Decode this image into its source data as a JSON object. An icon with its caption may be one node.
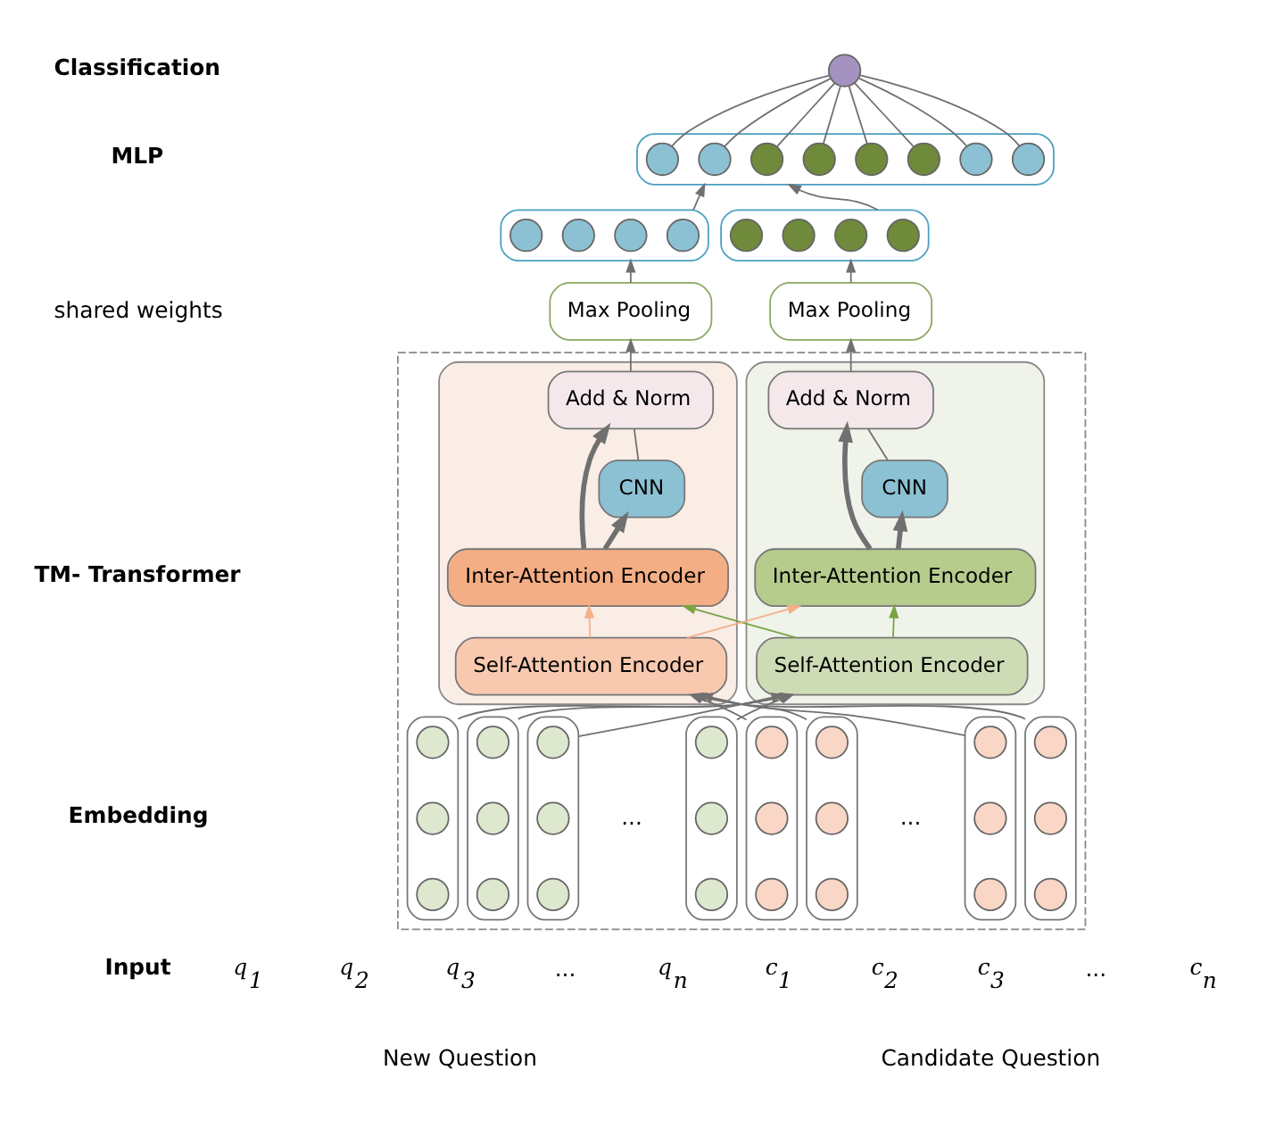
{
  "diagram": {
    "nodes": [
      {
        "text": [],
        "shape": "circle"
      },
      {
        "text": [],
        "shape": "box"
      },
      {
        "text": [],
        "shape": "circle",
        "in": 1
      },
      {
        "text": [],
        "shape": "circle",
        "in": 1
      },
      {
        "text": [],
        "shape": "circle",
        "in": 1
      },
      {
        "text": [],
        "shape": "circle",
        "in": 1
      },
      {
        "text": [],
        "shape": "circle",
        "in": 1
      },
      {
        "text": [],
        "shape": "circle",
        "in": 1
      },
      {
        "text": [],
        "shape": "circle",
        "in": 1
      },
      {
        "text": [],
        "shape": "circle",
        "in": 1
      },
      {
        "text": [],
        "shape": "box"
      },
      {
        "text": [],
        "shape": "circle",
        "in": 10
      },
      {
        "text": [],
        "shape": "circle",
        "in": 10
      },
      {
        "text": [],
        "shape": "circle",
        "in": 10
      },
      {
        "text": [],
        "shape": "circle",
        "in": 10
      },
      {
        "text": [],
        "shape": "box"
      },
      {
        "text": [],
        "shape": "circle",
        "in": 15
      },
      {
        "text": [],
        "shape": "circle",
        "in": 15
      },
      {
        "text": [],
        "shape": "circle",
        "in": 15
      },
      {
        "text": [],
        "shape": "circle",
        "in": 15
      },
      {
        "text": [
          "Max Pooling"
        ]
      },
      {
        "text": [
          "Max Pooling"
        ]
      },
      {
        "text": [],
        "shape": "box"
      },
      {
        "text": [],
        "shape": "box",
        "in": 22
      },
      {
        "text": [
          "Add & Norm"
        ],
        "in": 23
      },
      {
        "text": [
          "CNN"
        ],
        "in": 23
      },
      {
        "text": [
          "Inter-Attention Encoder"
        ],
        "in": 23
      },
      {
        "text": [
          "Self-Attention Encoder"
        ],
        "in": 23
      },
      {
        "text": [],
        "shape": "box",
        "in": 22
      },
      {
        "text": [
          "Add & Norm"
        ],
        "in": 28
      },
      {
        "text": [
          "CNN"
        ],
        "in": 28
      },
      {
        "text": [
          "Inter-Attention Encoder"
        ],
        "in": 28
      },
      {
        "text": [
          "Self-Attention Encoder"
        ],
        "in": 28
      },
      {
        "text": [],
        "shape": "box",
        "in": 22
      },
      {
        "text": [],
        "shape": "circle",
        "in": 33
      },
      {
        "text": [],
        "shape": "circle",
        "in": 33
      },
      {
        "text": [],
        "shape": "circle",
        "in": 33
      },
      {
        "text": [],
        "shape": "box",
        "in": 22
      },
      {
        "text": [],
        "shape": "circle",
        "in": 37
      },
      {
        "text": [],
        "shape": "circle",
        "in": 37
      },
      {
        "text": [],
        "shape": "circle",
        "in": 37
      },
      {
        "text": [],
        "shape": "box",
        "in": 22
      },
      {
        "text": [],
        "shape": "circle",
        "in": 41
      },
      {
        "text": [],
        "shape": "circle",
        "in": 41
      },
      {
        "text": [],
        "shape": "circle",
        "in": 41
      },
      {
        "text": [],
        "shape": "box",
        "in": 22
      },
      {
        "text": [],
        "shape": "circle",
        "in": 45
      },
      {
        "text": [],
        "shape": "circle",
        "in": 45
      },
      {
        "text": [],
        "shape": "circle",
        "in": 45
      },
      {
        "text": [],
        "shape": "box",
        "in": 22
      },
      {
        "text": [],
        "shape": "circle",
        "in": 49
      },
      {
        "text": [],
        "shape": "circle",
        "in": 49
      },
      {
        "text": [],
        "shape": "circle",
        "in": 49
      },
      {
        "text": [],
        "shape": "box",
        "in": 22
      },
      {
        "text": [],
        "shape": "circle",
        "in": 53
      },
      {
        "text": [],
        "shape": "circle",
        "in": 53
      },
      {
        "text": [],
        "shape": "circle",
        "in": 53
      },
      {
        "text": [],
        "shape": "box",
        "in": 22
      },
      {
        "text": [],
        "shape": "circle",
        "in": 57
      },
      {
        "text": [],
        "shape": "circle",
        "in": 57
      },
      {
        "text": [],
        "shape": "circle",
        "in": 57
      },
      {
        "text": [],
        "shape": "box",
        "in": 22
      },
      {
        "text": [],
        "shape": "circle",
        "in": 61
      },
      {
        "text": [],
        "shape": "circle",
        "in": 61
      },
      {
        "text": [],
        "shape": "circle",
        "in": 61
      }
    ],
    "edges": [
      {
        "from": 2,
        "to": 0,
        "arrow": "none"
      },
      {
        "from": 3,
        "to": 0,
        "arrow": "none"
      },
      {
        "from": 4,
        "to": 0,
        "arrow": "none"
      },
      {
        "from": 5,
        "to": 0,
        "arrow": "none"
      },
      {
        "from": 6,
        "to": 0,
        "arrow": "none"
      },
      {
        "from": 7,
        "to": 0,
        "arrow": "none"
      },
      {
        "from": 8,
        "to": 0,
        "arrow": "none"
      },
      {
        "from": 9,
        "to": 0,
        "arrow": "none"
      },
      {
        "from": 10,
        "to": 1,
        "arrow": "to"
      },
      {
        "from": 15,
        "to": 1,
        "arrow": "to"
      },
      {
        "from": 20,
        "to": 10,
        "arrow": "to"
      },
      {
        "from": 21,
        "to": 15,
        "arrow": "to"
      },
      {
        "from": 24,
        "to": 20,
        "arrow": "to"
      },
      {
        "from": 29,
        "to": 21,
        "arrow": "to"
      },
      {
        "from": 25,
        "to": 24,
        "arrow": "none"
      },
      {
        "from": 30,
        "to": 29,
        "arrow": "none"
      },
      {
        "from": 26,
        "to": 25,
        "arrow": "to",
        "style": "thick"
      },
      {
        "from": 31,
        "to": 30,
        "arrow": "to",
        "style": "thick"
      },
      {
        "from": 26,
        "to": 24,
        "arrow": "to",
        "style": "thick"
      },
      {
        "from": 31,
        "to": 29,
        "arrow": "to",
        "style": "thick"
      },
      {
        "from": 27,
        "to": 26,
        "arrow": "to",
        "color": "#7aa444"
      },
      {
        "from": 27,
        "to": 31,
        "arrow": "to",
        "color": "#7aa444"
      },
      {
        "from": 32,
        "to": 31,
        "arrow": "to",
        "color": "#f4b088"
      },
      {
        "from": 32,
        "to": 26,
        "arrow": "to",
        "color": "#f4b088"
      },
      {
        "from": 33,
        "to": 27,
        "arrow": "to"
      },
      {
        "from": 37,
        "to": 27,
        "arrow": "to"
      },
      {
        "from": 41,
        "to": 27,
        "arrow": "to"
      },
      {
        "from": 45,
        "to": 27,
        "arrow": "to"
      },
      {
        "from": 49,
        "to": 32,
        "arrow": "to"
      },
      {
        "from": 53,
        "to": 32,
        "arrow": "to"
      },
      {
        "from": 57,
        "to": 32,
        "arrow": "to"
      },
      {
        "from": 61,
        "to": 32,
        "arrow": "to"
      }
    ],
    "labels": [
      "Classification",
      "MLP",
      "shared weights",
      "TM- Transformer",
      "Embedding",
      "...",
      "...",
      "Input",
      "q$_{1}$",
      "q$_{2}$",
      "q$_{3}$",
      "...",
      "q$_{n}$",
      "c$_{1}$",
      "c$_{2}$",
      "c$_{3}$",
      "...",
      "c$_{n}$",
      "New Question",
      "Candidate Question"
    ]
  }
}
